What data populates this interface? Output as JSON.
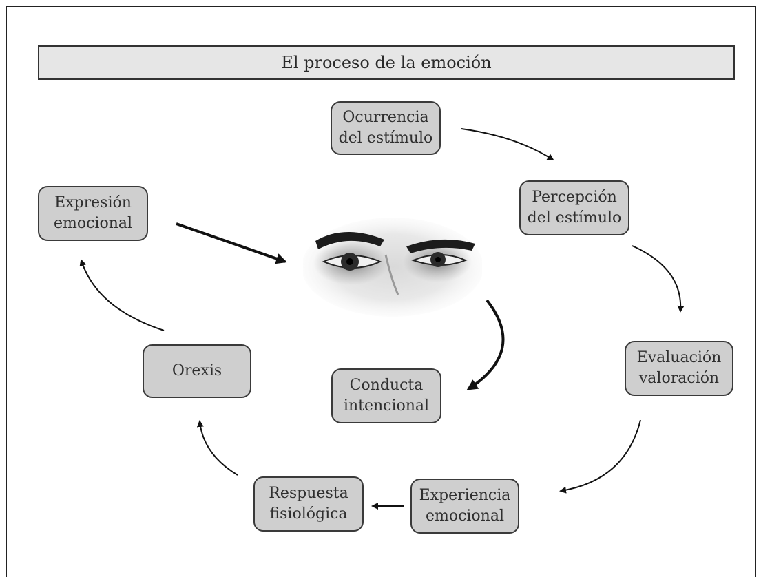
{
  "title": "El proceso de la emoción",
  "nodes": {
    "ocurrencia": "Ocurrencia\ndel estímulo",
    "percepcion": "Percepción\ndel estímulo",
    "evaluacion": "Evaluación\nvaloración",
    "experiencia": "Experiencia\nemocional",
    "respuesta": "Respuesta\nfisiológica",
    "orexis": "Orexis",
    "expresion": "Expresión\nemocional",
    "conducta": "Conducta\nintencional"
  },
  "center_image": "eyes-photo",
  "colors": {
    "node_fill": "#cfcfcf",
    "title_fill": "#e6e6e6",
    "stroke": "#1a1a1a"
  }
}
